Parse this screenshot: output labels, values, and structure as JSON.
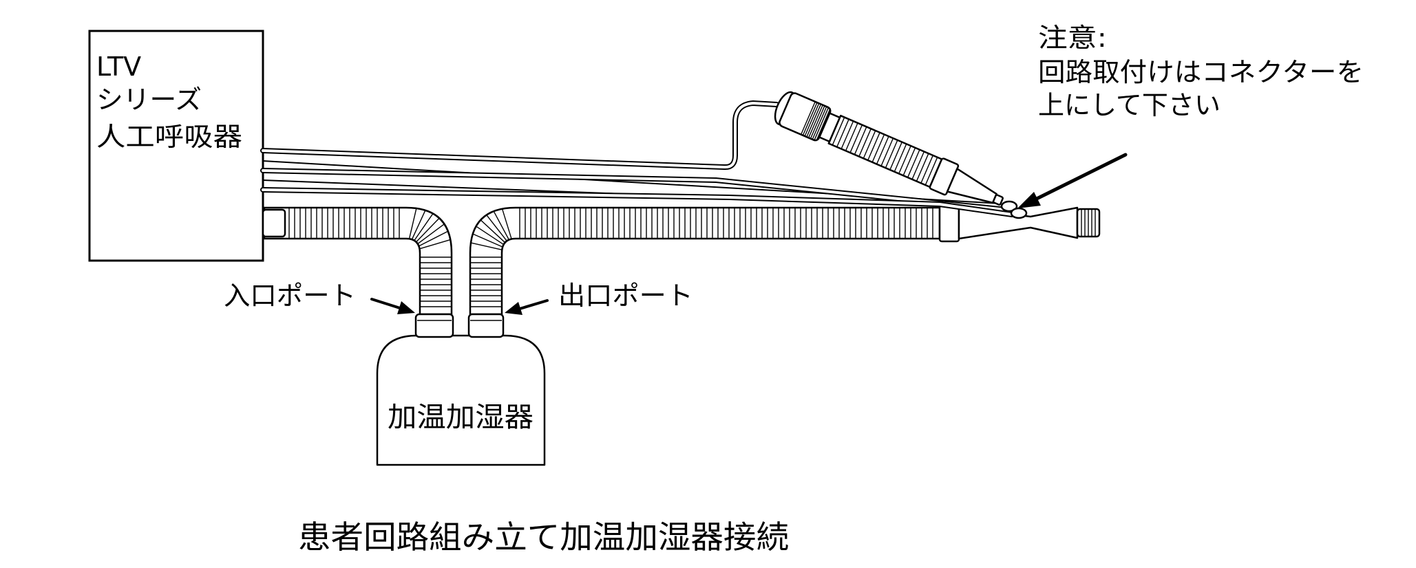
{
  "ventilator": {
    "title_lines": [
      "LTV",
      "シリーズ",
      "人工呼吸器"
    ]
  },
  "humidifier": {
    "label": "加温加湿器"
  },
  "ports": {
    "inlet_label": "入口ポート",
    "outlet_label": "出口ポート"
  },
  "note": {
    "heading": "注意:",
    "lines": [
      "回路取付けはコネクターを",
      "上にして下さい"
    ]
  },
  "caption": "患者回路組み立て加温加湿器接続",
  "colors": {
    "line": "#000000",
    "background": "#ffffff"
  }
}
